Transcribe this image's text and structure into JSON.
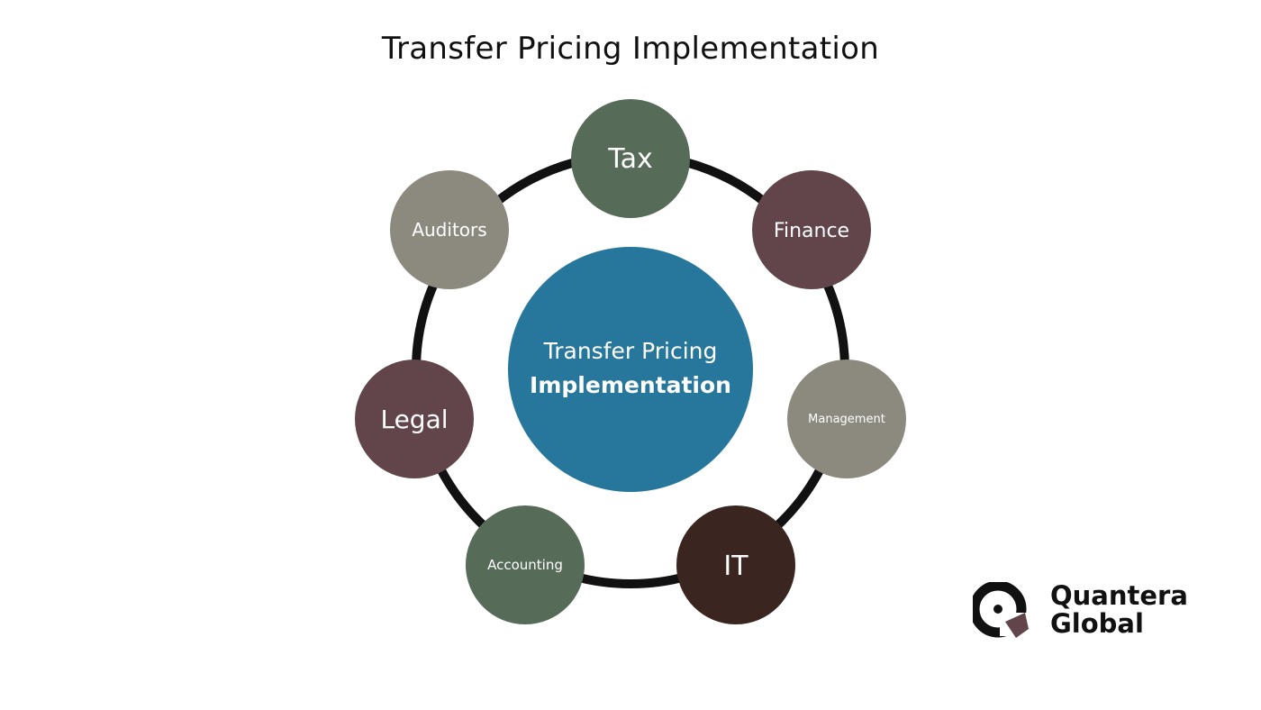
{
  "title": "Transfer Pricing Implementation",
  "center": {
    "line1": "Transfer Pricing",
    "line2": "Implementation",
    "color": "#27769b"
  },
  "nodes": [
    {
      "id": "tax",
      "label": "Tax",
      "color": "#566b58"
    },
    {
      "id": "finance",
      "label": "Finance",
      "color": "#61454a"
    },
    {
      "id": "management",
      "label": "Management",
      "color": "#8c8a7f"
    },
    {
      "id": "it",
      "label": "IT",
      "color": "#3b2520"
    },
    {
      "id": "accounting",
      "label": "Accounting",
      "color": "#566b58"
    },
    {
      "id": "legal",
      "label": "Legal",
      "color": "#61454a"
    },
    {
      "id": "auditors",
      "label": "Auditors",
      "color": "#8c8a7f"
    }
  ],
  "ring_color": "#111111",
  "logo": {
    "line1": "Quantera",
    "line2": "Global",
    "mark_color": "#111111",
    "accent_color": "#61454a"
  }
}
